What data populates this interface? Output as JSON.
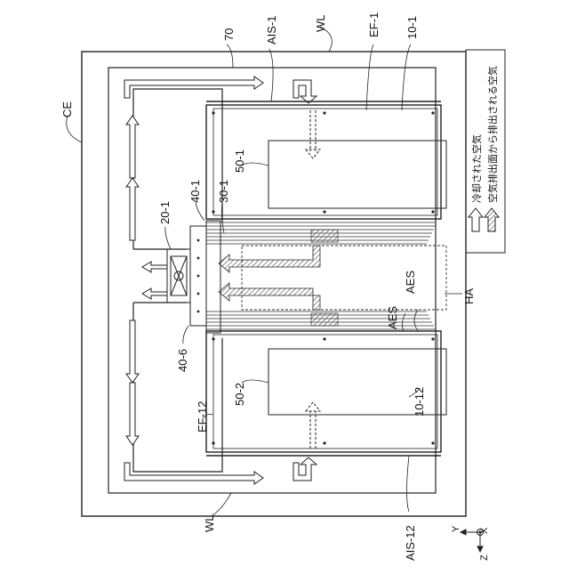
{
  "labels": {
    "ce": "CE",
    "wl_top": "WL",
    "wl_bottom": "WL",
    "n70": "70",
    "ais1": "AIS-1",
    "ef1": "EF-1",
    "n10_1": "10-1",
    "n50_1": "50-1",
    "n30_1": "30-1",
    "n40_1": "40-1",
    "n20_1": "20-1",
    "n40_6": "40-6",
    "ef12": "EF-12",
    "n50_2": "50-2",
    "n10_12": "10-12",
    "aes_a": "AES",
    "aes_b": "AES",
    "ha": "HA",
    "ais12": "AIS-12"
  },
  "legend": {
    "cooled": "冷却された空気",
    "exhaust": "空気排出面から排出される空気"
  },
  "axes": {
    "y": "Y",
    "x": "X",
    "z": "Z"
  }
}
